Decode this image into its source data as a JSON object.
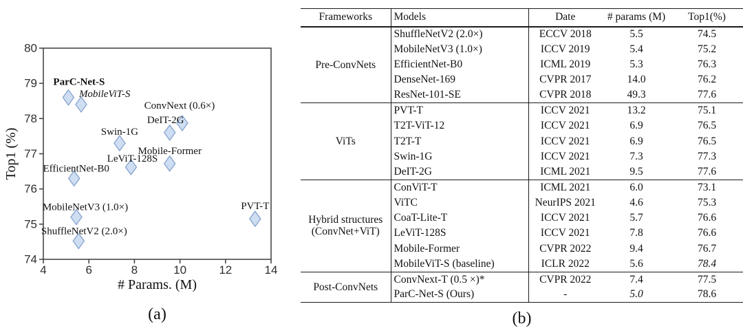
{
  "figure": {
    "caption_a": "(a)",
    "caption_b": "(b)"
  },
  "chart_data": {
    "type": "scatter",
    "title": "",
    "xlabel": "# Params. (M)",
    "ylabel": "Top1 (%)",
    "xlim": [
      4,
      14
    ],
    "ylim": [
      74,
      80
    ],
    "xticks": [
      4,
      6,
      8,
      10,
      12,
      14
    ],
    "yticks": [
      74,
      75,
      76,
      77,
      78,
      79,
      80
    ],
    "grid": false,
    "legend": "none",
    "marker": {
      "shape": "diamond",
      "fill": "#cfdef2",
      "stroke": "#8ba7cf"
    },
    "points": [
      {
        "label": "ParC-Net-S",
        "x": 5.1,
        "y": 78.6,
        "style": "bold",
        "anchor": "start",
        "dx": -22,
        "dy": -18
      },
      {
        "label": "MobileViT-S",
        "x": 5.66,
        "y": 78.4,
        "style": "italic",
        "anchor": "start",
        "dx": -3,
        "dy": -11
      },
      {
        "label": "ConvNext (0.6×)",
        "x": 10.1,
        "y": 77.87,
        "style": "normal",
        "anchor": "middle",
        "dx": -4,
        "dy": -21
      },
      {
        "label": "DeIT-2G",
        "x": 9.55,
        "y": 77.6,
        "style": "normal",
        "anchor": "middle",
        "dx": -6,
        "dy": -14
      },
      {
        "label": "Swin-1G",
        "x": 7.35,
        "y": 77.3,
        "style": "normal",
        "anchor": "middle",
        "dx": 0,
        "dy": -12
      },
      {
        "label": "Mobile-Former",
        "x": 9.55,
        "y": 76.72,
        "style": "normal",
        "anchor": "middle",
        "dx": 0,
        "dy": -14
      },
      {
        "label": "LeViT-128S",
        "x": 7.85,
        "y": 76.62,
        "style": "normal",
        "anchor": "middle",
        "dx": 2,
        "dy": -8
      },
      {
        "label": "EfficientNet-B0",
        "x": 5.35,
        "y": 76.3,
        "style": "normal",
        "anchor": "middle",
        "dx": 3,
        "dy": -10
      },
      {
        "label": "MobileNetV3 (1.0×)",
        "x": 5.45,
        "y": 75.2,
        "style": "normal",
        "anchor": "middle",
        "dx": 13,
        "dy": -10
      },
      {
        "label": "ShuffleNetV2 (2.0×)",
        "x": 5.55,
        "y": 74.52,
        "style": "normal",
        "anchor": "middle",
        "dx": 8,
        "dy": -10
      },
      {
        "label": "PVT-T",
        "x": 13.3,
        "y": 75.15,
        "style": "normal",
        "anchor": "middle",
        "dx": 0,
        "dy": -14
      }
    ]
  },
  "table": {
    "columns": [
      "Frameworks",
      "Models",
      "Date",
      "# params (M)",
      "Top1(%)"
    ],
    "groups": [
      {
        "framework": [
          "Pre-ConvNets"
        ],
        "rows": [
          {
            "model": "ShuffleNetV2 (2.0×)",
            "date": "ECCV 2018",
            "params": "5.5",
            "top1": "74.5"
          },
          {
            "model": "MobileNetV3 (1.0×)",
            "date": "ICCV 2019",
            "params": "5.4",
            "top1": "75.2"
          },
          {
            "model": "EfficientNet-B0",
            "date": "ICML 2019",
            "params": "5.3",
            "top1": "76.3"
          },
          {
            "model": "DenseNet-169",
            "date": "CVPR 2017",
            "params": "14.0",
            "top1": "76.2"
          },
          {
            "model": "ResNet-101-SE",
            "date": "CVPR 2018",
            "params": "49.3",
            "top1": "77.6"
          }
        ]
      },
      {
        "framework": [
          "ViTs"
        ],
        "rows": [
          {
            "model": "PVT-T",
            "date": "ICCV 2021",
            "params": "13.2",
            "top1": "75.1"
          },
          {
            "model": "T2T-ViT-12",
            "date": "ICCV 2021",
            "params": "6.9",
            "top1": "76.5"
          },
          {
            "model": "T2T-T",
            "date": "ICCV 2021",
            "params": "6.9",
            "top1": "76.5"
          },
          {
            "model": "Swin-1G",
            "date": "ICCV 2021",
            "params": "7.3",
            "top1": "77.3"
          },
          {
            "model": "DeIT-2G",
            "date": "ICML 2021",
            "params": "9.5",
            "top1": "77.6"
          }
        ]
      },
      {
        "framework": [
          "Hybrid structures",
          "(ConvNet+ViT)"
        ],
        "rows": [
          {
            "model": "ConViT-T",
            "date": "ICML 2021",
            "params": "6.0",
            "top1": "73.1"
          },
          {
            "model": "ViTC",
            "date": "NeurIPS 2021",
            "params": "4.6",
            "top1": "75.3",
            "params_style": "bold"
          },
          {
            "model": "CoaT-Lite-T",
            "date": "ICCV 2021",
            "params": "5.7",
            "top1": "76.6"
          },
          {
            "model": "LeViT-128S",
            "date": "ICCV 2021",
            "params": "7.8",
            "top1": "76.6"
          },
          {
            "model": "Mobile-Former",
            "date": "CVPR 2022",
            "params": "9.4",
            "top1": "76.7"
          },
          {
            "model": "MobileViT-S (baseline)",
            "date": "ICLR 2022",
            "params": "5.6",
            "top1": "78.4",
            "top1_style": "italic"
          }
        ]
      },
      {
        "framework": [
          "Post-ConvNets"
        ],
        "rows": [
          {
            "model": "ConvNext-T (0.5 ×)*",
            "date": "CVPR 2022",
            "params": "7.4",
            "top1": "77.5"
          },
          {
            "model": "ParC-Net-S  (Ours)",
            "date": "-",
            "params": "5.0",
            "top1": "78.6",
            "params_style": "italic",
            "top1_style": "bold"
          }
        ]
      }
    ]
  }
}
